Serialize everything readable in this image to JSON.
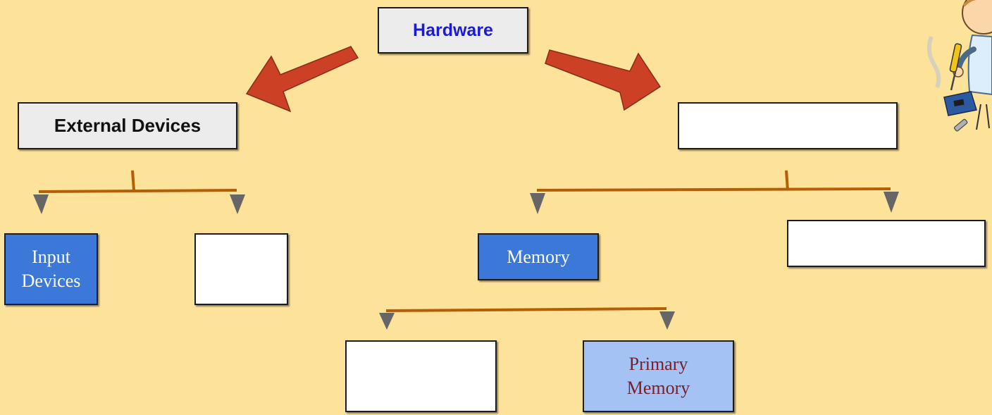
{
  "diagram": {
    "root": "Hardware",
    "external_devices": "External Devices",
    "internal_devices": "",
    "input_devices": "Input\nDevices",
    "output_devices": "",
    "memory": "Memory",
    "processor": "",
    "secondary_memory": "",
    "primary_memory": "Primary\nMemory"
  },
  "colors": {
    "background": "#fde39a",
    "root_text": "#1a1adb",
    "big_arrow": "#cc4125",
    "branch_line": "#b45f06",
    "arrowhead": "#666666",
    "blue_box": "#3c78d8",
    "light_blue_box": "#a4c2f4",
    "primary_memory_text": "#7a1f27"
  },
  "mascot": {
    "icon": "engineer-cartoon-with-soldering-iron"
  }
}
